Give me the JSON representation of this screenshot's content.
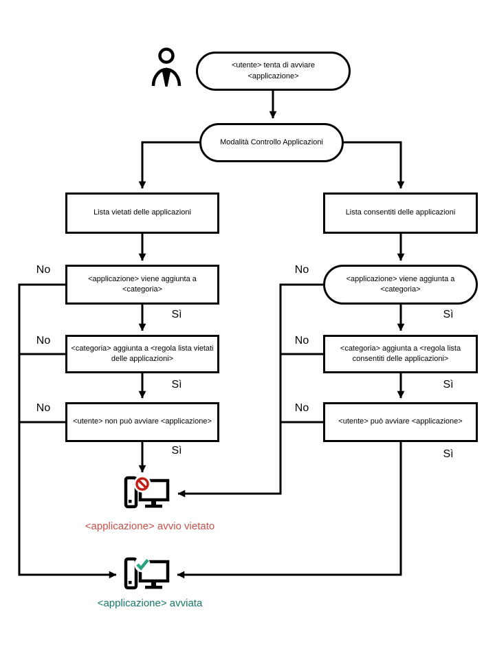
{
  "labels": {
    "no": "No",
    "yes": "Sì"
  },
  "nodes": {
    "start": "<utente> tenta di avviare <applicazione>",
    "mode": "Modalità Controllo Applicazioni",
    "denylist": "Lista vietati delle applicazioni",
    "allowlist": "Lista consentiti delle applicazioni",
    "deny_category": "<applicazione> viene aggiunta a <categoria>",
    "deny_rule": "<categoria> aggiunta a <regola lista vietati delle applicazioni>",
    "deny_user": "<utente> non può avviare <applicazione>",
    "allow_category": "<applicazione> viene aggiunta a <categoria>",
    "allow_rule": "<categoria> aggiunta a <regola lista consentiti delle applicazioni>",
    "allow_user": "<utente> può avviare <applicazione>"
  },
  "outcomes": {
    "blocked": {
      "text": "<applicazione> avvio vietato",
      "color": "#C75048"
    },
    "launched": {
      "text": "<applicazione> avviata",
      "color": "#15756A"
    }
  },
  "icons": {
    "person": "person-icon",
    "blocked_computer": "computer-blocked-icon",
    "launched_computer": "computer-launched-icon",
    "prohibition_color": "#C41E14",
    "check_color": "#27A380",
    "line_color": "#000000"
  }
}
